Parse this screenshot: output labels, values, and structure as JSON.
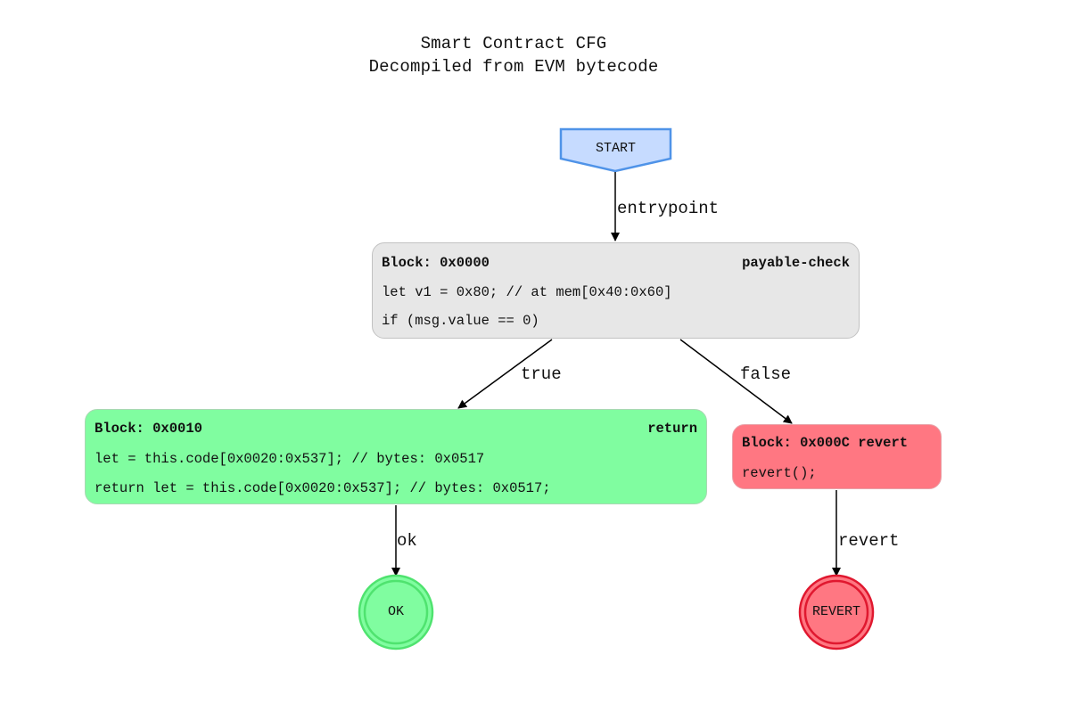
{
  "title": {
    "line1": "Smart Contract CFG",
    "line2": "Decompiled from EVM bytecode"
  },
  "nodes": {
    "start": {
      "label": "START",
      "fill": "#c6dbff",
      "stroke": "#4f93e8"
    },
    "block_0000": {
      "name": "Block: 0x0000",
      "kind": "payable-check",
      "lines": [
        "let v1 = 0x80; // at mem[0x40:0x60]",
        "if (msg.value == 0)"
      ],
      "fill": "#e7e7e7"
    },
    "block_0010": {
      "name": "Block: 0x0010",
      "kind": "return",
      "lines": [
        "let  = this.code[0x0020:0x537]; // bytes: 0x0517",
        "return let  = this.code[0x0020:0x537]; // bytes: 0x0517;"
      ],
      "fill": "#80fda0"
    },
    "block_000c": {
      "name": "Block: 0x000C",
      "kind": "revert",
      "lines": [
        "revert();"
      ],
      "fill": "#ff7782"
    },
    "ok": {
      "label": "OK",
      "fill": "#80fda0",
      "stroke": "#4fe36f"
    },
    "revert": {
      "label": "REVERT",
      "fill": "#ff7782",
      "stroke": "#e0182f"
    }
  },
  "edges": {
    "entrypoint": "entrypoint",
    "true": "true",
    "false": "false",
    "ok": "ok",
    "revert": "revert"
  }
}
